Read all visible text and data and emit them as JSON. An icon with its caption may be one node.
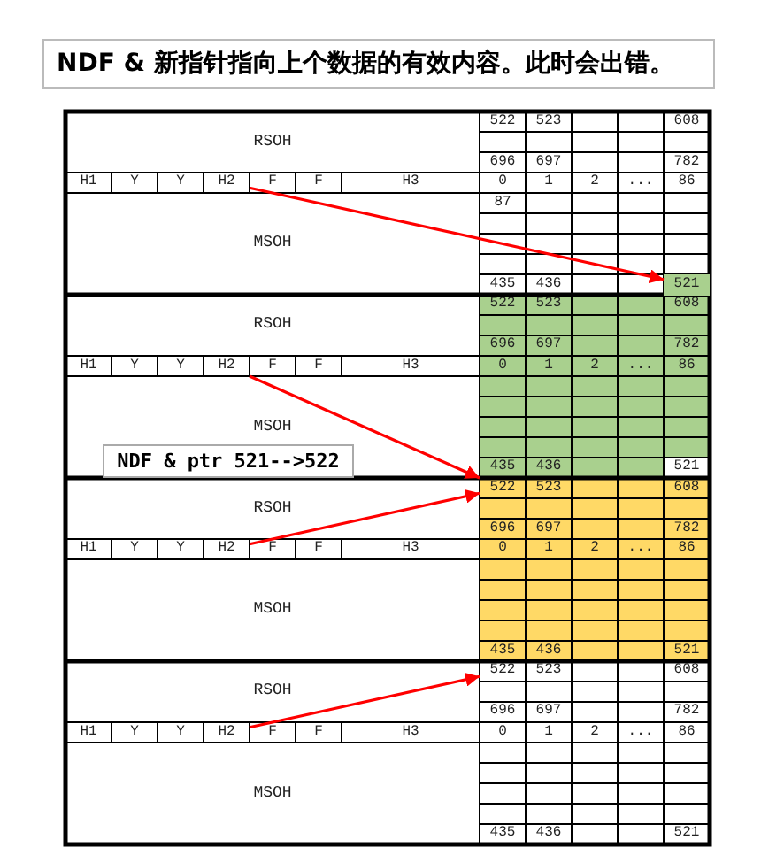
{
  "diagram": {
    "title": "NDF & 新指针指向上个数据的有效内容。此时会出错。",
    "nodes": [
      {
        "text": [
          "H2"
        ]
      },
      {
        "text": [
          "521"
        ]
      },
      {
        "text": [
          "H2"
        ]
      },
      {
        "text": [
          "NDF & ptr 521-->522"
        ]
      },
      {
        "text": [
          "522"
        ]
      },
      {
        "text": [
          "H2"
        ]
      },
      {
        "text": [
          "522"
        ]
      },
      {
        "text": [
          "H2"
        ]
      }
    ],
    "edges": [
      {
        "from": 0,
        "to": 1,
        "arrow": "to"
      },
      {
        "from": 2,
        "to": 4,
        "arrow": "to"
      },
      {
        "from": 5,
        "to": 4,
        "arrow": "to"
      },
      {
        "from": 7,
        "to": 6,
        "arrow": "to"
      }
    ],
    "labels": [
      "RSOH",
      "522",
      "523",
      "608",
      "696",
      "697",
      "782",
      "H1",
      "Y",
      "Y",
      "F",
      "F",
      "H3",
      "0",
      "1",
      "2",
      "...",
      "86",
      "MSOH",
      "87",
      "435",
      "436",
      "RSOH",
      "522",
      "523",
      "608",
      "696",
      "697",
      "782",
      "H1",
      "Y",
      "Y",
      "F",
      "F",
      "H3",
      "0",
      "1",
      "2",
      "...",
      "86",
      "MSOH",
      "435",
      "436",
      "521",
      "RSOH",
      "523",
      "608",
      "696",
      "697",
      "782",
      "H1",
      "Y",
      "Y",
      "F",
      "F",
      "H3",
      "0",
      "1",
      "2",
      "...",
      "86",
      "MSOH",
      "435",
      "436",
      "521",
      "RSOH",
      "523",
      "608",
      "696",
      "697",
      "782",
      "H1",
      "Y",
      "Y",
      "F",
      "F",
      "H3",
      "0",
      "1",
      "2",
      "...",
      "86",
      "MSOH",
      "435",
      "436",
      "521"
    ]
  }
}
